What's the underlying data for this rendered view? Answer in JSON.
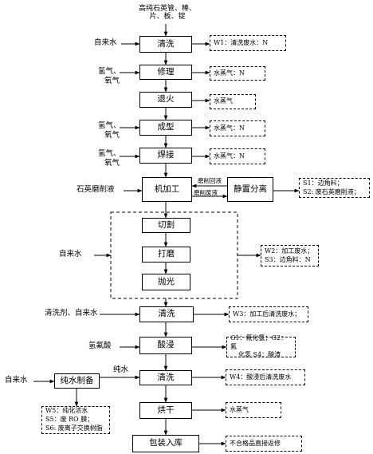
{
  "raw_material": [
    "高纯石英管、棒、",
    "片、板、锭"
  ],
  "inputs": {
    "tap_water_1": "自来水",
    "h2_o2_1": [
      "氢气、",
      "氧气"
    ],
    "h2_o2_2": [
      "氢气、",
      "氧气"
    ],
    "h2_o2_3": [
      "氢气、",
      "氧气"
    ],
    "grinding_fluid": "石英磨削液",
    "tap_water_2": "自来水",
    "detergent_water": "清洗剂、自来水",
    "hf_acid": "氢氟酸",
    "pure_water": "纯水",
    "tap_water_3": "自来水"
  },
  "steps": {
    "clean1": "清洗",
    "repair": "修理",
    "anneal": "退火",
    "forming": "成型",
    "welding": "焊接",
    "machining": "机加工",
    "settling": "静置分离",
    "cutting": "切割",
    "grinding": "打磨",
    "polishing": "抛光",
    "clean2": "清洗",
    "acid_dip": "酸浸",
    "clean3": "清洗",
    "pure_water_prep": "纯水制备",
    "drying": "烘干",
    "packaging": "包装入库"
  },
  "flow_labels": {
    "returned_fluid": "磨削回液",
    "waste_fluid": "磨削废液"
  },
  "outputs": {
    "w1": "W1：清洗废水：N",
    "steam1": "水蒸气：N",
    "steam2": "水蒸气",
    "steam3": "水蒸气：N",
    "steam4": "水蒸气：N",
    "s1s2": [
      "S1：边角料；",
      "S2: 废石英磨削液；"
    ],
    "w2s3": [
      "W2：加工废水；",
      "S3：边角料：N"
    ],
    "w3": "W3：加工后清洗废水；",
    "g1g2g4": [
      "G1：氟化氢；G2：氟",
      "化氢 S4：酸渣"
    ],
    "w4": "W4：酸浸后清洗废水",
    "w5s5s6": [
      "W5：纯化浓水",
      "S5：废 RO 膜；",
      "S6: 废离子交换树脂"
    ],
    "steam5": "水蒸气",
    "reject": "不合格品直接返修"
  }
}
